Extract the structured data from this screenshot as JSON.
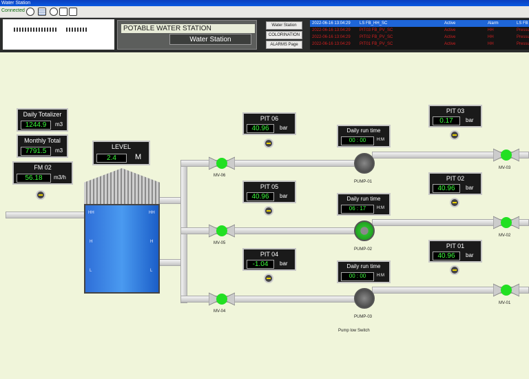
{
  "window": {
    "title": "Water Station",
    "status": "Connected"
  },
  "header": {
    "title": "POTABLE WATER STATION",
    "subtitle": "Water Station",
    "nav": [
      "Water Station",
      "COLORINATION",
      "ALARMS Page"
    ]
  },
  "alarms": [
    {
      "time": "2022-06-16 13:04:29",
      "tag": "LS FB_HH_SC",
      "state": "Active",
      "type": "Alarm",
      "extra": "LS FB"
    },
    {
      "time": "2022-06-16 13:04:29",
      "tag": "PIT03 FB_PV_SC",
      "state": "Active",
      "type": "HH",
      "extra": "Pressure"
    },
    {
      "time": "2022-06-16 13:04:29",
      "tag": "PIT02 FB_PV_SC",
      "state": "Active",
      "type": "HH",
      "extra": "Pressure"
    },
    {
      "time": "2022-06-16 13:04:29",
      "tag": "PIT01 FB_PV_SC",
      "state": "Active",
      "type": "HH",
      "extra": "Pressure"
    }
  ],
  "totals": {
    "daily_label": "Daily Totalizer",
    "daily_value": "1244.9",
    "daily_unit": "m3",
    "monthly_label": "Monthly Total",
    "monthly_value": "7791.5",
    "monthly_unit": "m3"
  },
  "fm02": {
    "label": "FM 02",
    "value": "56.18",
    "unit": "m3/h"
  },
  "level": {
    "label": "LEVEL",
    "value": "2.4",
    "unit": "M",
    "marks": [
      "HH",
      "H",
      "L"
    ]
  },
  "pits": [
    {
      "label": "PIT 06",
      "value": "40.96",
      "unit": "bar"
    },
    {
      "label": "PIT 05",
      "value": "40.96",
      "unit": "bar"
    },
    {
      "label": "PIT 04",
      "value": "-1.04",
      "unit": "bar"
    },
    {
      "label": "PIT 03",
      "value": "0.17",
      "unit": "bar"
    },
    {
      "label": "PIT 02",
      "value": "40.96",
      "unit": "bar"
    },
    {
      "label": "PIT 01",
      "value": "40.96",
      "unit": "bar"
    }
  ],
  "runtimes": [
    {
      "label": "Daily run time",
      "h": "00",
      "m": "00",
      "unit": "H:M"
    },
    {
      "label": "Daily run time",
      "h": "06",
      "m": "17",
      "unit": "H:M"
    },
    {
      "label": "Daily run time",
      "h": "00",
      "m": "00",
      "unit": "H:M"
    }
  ],
  "pumps": [
    "PUMP-01",
    "PUMP-02",
    "PUMP-03"
  ],
  "valves": [
    "MV-06",
    "MV-05",
    "MV-04",
    "MV-03",
    "MV-02",
    "MV-01"
  ],
  "pump_low_switch": "Pump low Switch",
  "colors": {
    "value_green": "#3cff3c",
    "tank_blue": "#1b6fe0",
    "valve_on": "#22e022"
  }
}
